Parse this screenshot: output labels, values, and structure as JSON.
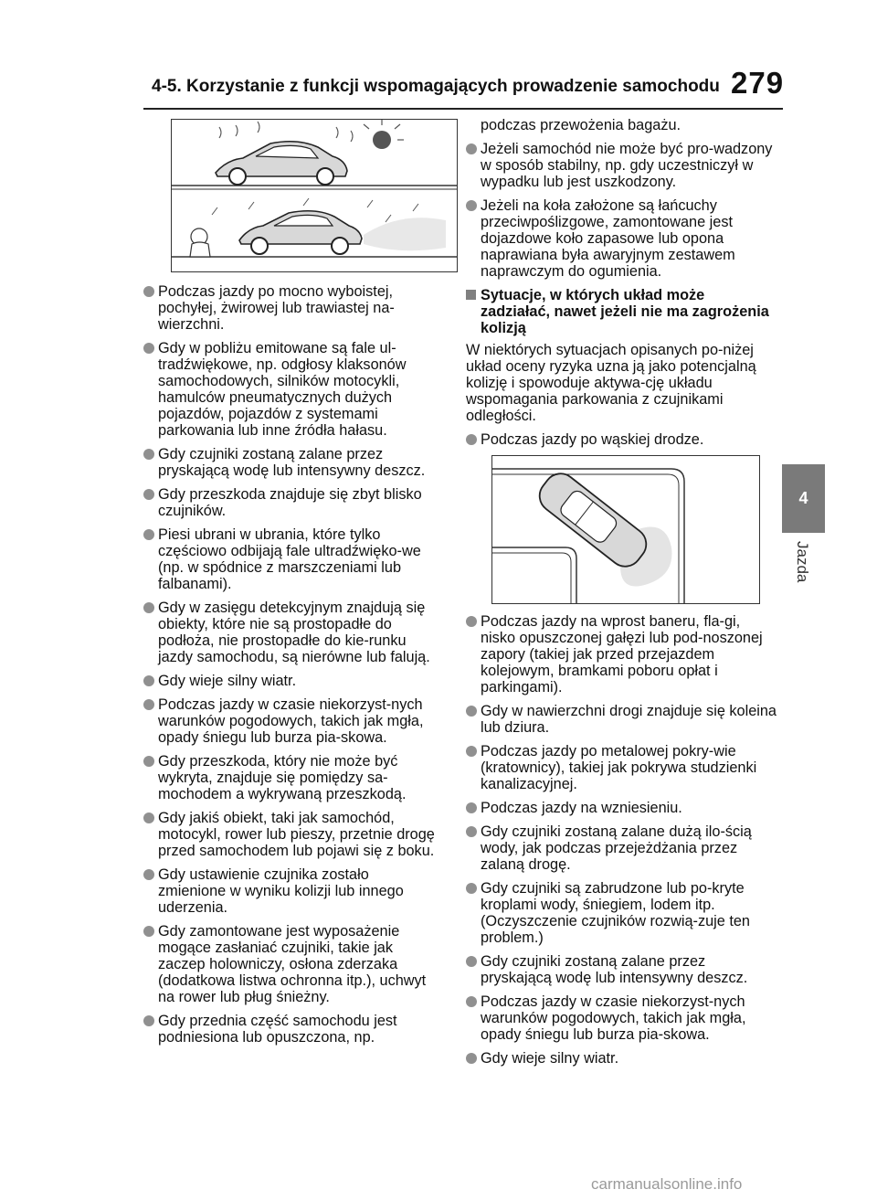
{
  "header": {
    "section_title": "4-5. Korzystanie z funkcji wspomagających prowadzenie samochodu",
    "page_number": "279"
  },
  "side_tab": {
    "number": "4",
    "label": "Jazda"
  },
  "left_column": {
    "bullets": [
      "Podczas jazdy po mocno wyboistej, pochyłej, żwirowej lub trawiastej na-wierzchni.",
      "Gdy w pobliżu emitowane są fale ul-tradźwiękowe, np. odgłosy klaksonów samochodowych, silników motocykli, hamulców pneumatycznych dużych pojazdów, pojazdów z systemami parkowania lub inne źródła hałasu.",
      "Gdy czujniki zostaną zalane przez pryskającą wodę lub intensywny deszcz.",
      "Gdy przeszkoda znajduje się zbyt blisko czujników.",
      "Piesi ubrani w ubrania, które tylko częściowo odbijają fale ultradźwięko-we (np. w spódnice z marszczeniami lub falbanami).",
      "Gdy w zasięgu detekcyjnym znajdują się obiekty, które nie są prostopadłe do podłoża, nie prostopadłe do kie-runku jazdy samochodu, są nierówne lub falują.",
      "Gdy wieje silny wiatr.",
      "Podczas jazdy w czasie niekorzyst-nych warunków pogodowych, takich jak mgła, opady śniegu lub burza pia-skowa.",
      "Gdy przeszkoda, który nie może być wykryta, znajduje się pomiędzy sa-mochodem a wykrywaną przeszkodą.",
      "Gdy jakiś obiekt, taki jak samochód, motocykl, rower lub pieszy, przetnie drogę przed samochodem lub pojawi się z boku.",
      "Gdy ustawienie czujnika zostało zmienione w wyniku kolizji lub innego uderzenia.",
      "Gdy zamontowane jest wyposażenie mogące zasłaniać czujniki, takie jak zaczep holowniczy, osłona zderzaka (dodatkowa listwa ochronna itp.), uchwyt na rower lub pług śnieżny.",
      "Gdy przednia część samochodu jest podniesiona lub opuszczona, np."
    ]
  },
  "right_column": {
    "continuation": "podczas przewożenia bagażu.",
    "bullets_a": [
      "Jeżeli samochód nie może być pro-wadzony w sposób stabilny, np. gdy uczestniczył w wypadku lub jest uszkodzony.",
      "Jeżeli na koła założone są łańcuchy przeciwpoślizgowe, zamontowane jest dojazdowe koło zapasowe lub opona naprawiana była awaryjnym zestawem naprawczym do ogumienia."
    ],
    "sub_heading": "Sytuacje, w których układ może zadziałać, nawet jeżeli nie ma zagrożenia kolizją",
    "paragraph": "W niektórych sytuacjach opisanych po-niżej układ oceny ryzyka uzna ją jako potencjalną kolizję i spowoduje aktywa-cję układu wspomagania parkowania z czujnikami odległości.",
    "bullets_b": [
      "Podczas jazdy po wąskiej drodze."
    ],
    "bullets_c": [
      "Podczas jazdy na wprost baneru, fla-gi, nisko opuszczonej gałęzi lub pod-noszonej zapory (takiej jak przed przejazdem kolejowym, bramkami poboru opłat i parkingami).",
      "Gdy w nawierzchni drogi znajduje się koleina lub dziura.",
      "Podczas jazdy po metalowej pokry-wie (kratownicy), takiej jak pokrywa studzienki kanalizacyjnej.",
      "Podczas jazdy na wzniesieniu.",
      "Gdy czujniki zostaną zalane dużą ilo-ścią wody, jak podczas przejeżdżania przez zalaną drogę.",
      "Gdy czujniki są zabrudzone lub po-kryte kroplami wody, śniegiem, lodem itp. (Oczyszczenie czujników rozwią-zuje ten problem.)",
      "Gdy czujniki zostaną zalane przez pryskającą wodę lub intensywny deszcz.",
      "Podczas jazdy w czasie niekorzyst-nych warunków pogodowych, takich jak mgła, opady śniegu lub burza pia-skowa.",
      "Gdy wieje silny wiatr."
    ]
  },
  "watermark": "carmanualsonline.info",
  "colors": {
    "bullet": "#909090",
    "tab": "#7a7a7a",
    "text": "#111111"
  }
}
